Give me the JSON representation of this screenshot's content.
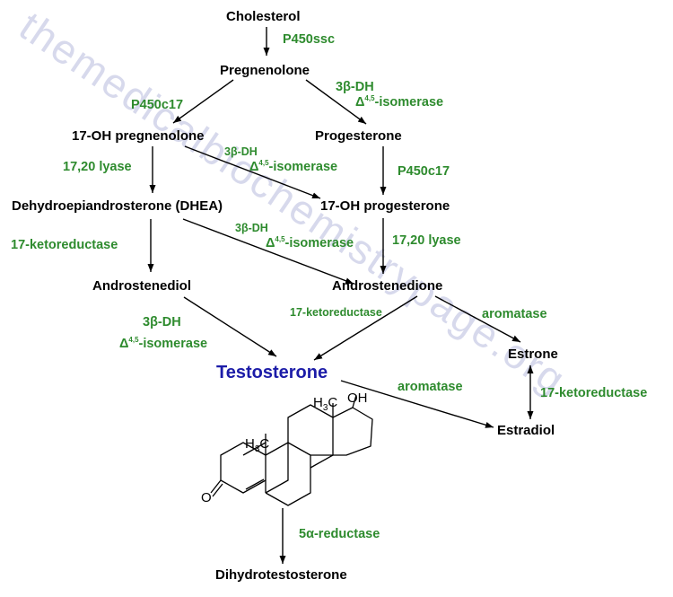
{
  "watermark": "themedicalbiochemistrypage.org",
  "compounds": {
    "cholesterol": "Cholesterol",
    "pregnenolone": "Pregnenolone",
    "oh_pregnenolone": "17-OH pregnenolone",
    "progesterone": "Progesterone",
    "dhea": "Dehydroepiandrosterone (DHEA)",
    "oh_progesterone": "17-OH progesterone",
    "androstenediol": "Androstenediol",
    "androstenedione": "Androstenedione",
    "testosterone": "Testosterone",
    "estrone": "Estrone",
    "estradiol": "Estradiol",
    "dht": "Dihydrotestosterone"
  },
  "enzymes": {
    "p450ssc": "P450ssc",
    "p450c17_left": "P450c17",
    "p450c17_right": "P450c17",
    "lyase_left": "17,20 lyase",
    "lyase_right": "17,20 lyase",
    "ketored_left": "17-ketoreductase",
    "ketored_mid": "17-ketoreductase",
    "ketored_right": "17-ketoreductase",
    "aromatase_1": "aromatase",
    "aromatase_2": "aromatase",
    "five_alpha": "5α-reductase",
    "hsd_prefix": "3β-DH",
    "isomerase_delta": "Δ",
    "isomerase_sup": "4,5",
    "isomerase_suffix": "-isomerase"
  },
  "structure": {
    "methyl_top": "H",
    "methyl_top_sub": "3",
    "methyl_top_c": "C",
    "methyl_mid": "H",
    "methyl_mid_sub": "3",
    "methyl_mid_c": "C",
    "hydroxyl": "OH",
    "ketone": "O"
  }
}
